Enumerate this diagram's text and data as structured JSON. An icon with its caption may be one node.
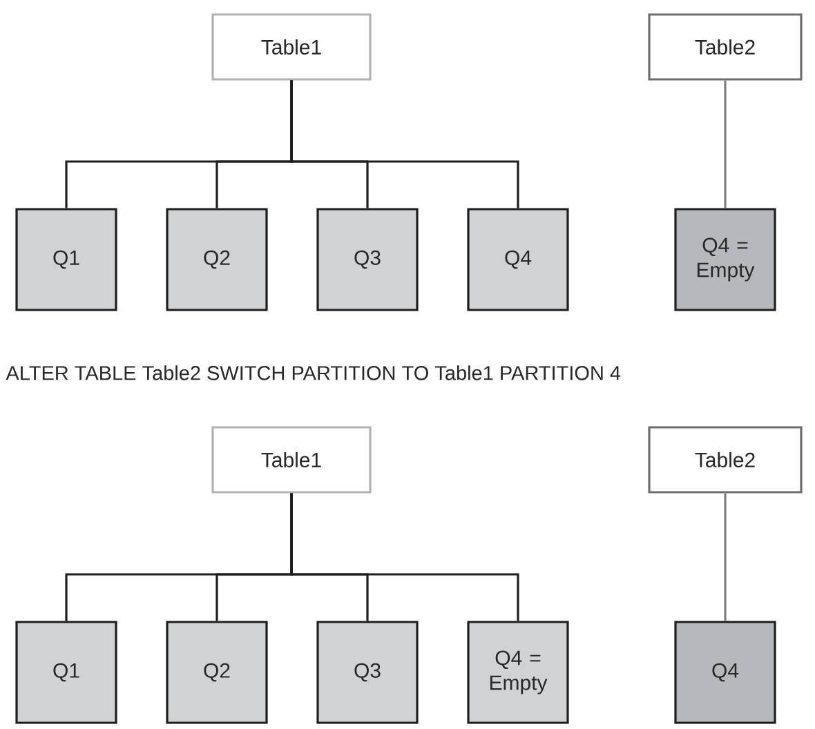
{
  "diagram": {
    "nodes": [
      {
        "text": [
          "Table1"
        ]
      },
      {
        "text": [
          "Q1"
        ]
      },
      {
        "text": [
          "Q2"
        ]
      },
      {
        "text": [
          "Q3"
        ]
      },
      {
        "text": [
          "Q4"
        ]
      },
      {
        "text": [
          "Table2"
        ]
      },
      {
        "text": [
          "Q4 = Empty"
        ]
      },
      {
        "text": [
          "Table1"
        ]
      },
      {
        "text": [
          "Q1"
        ]
      },
      {
        "text": [
          "Q2"
        ]
      },
      {
        "text": [
          "Q3"
        ]
      },
      {
        "text": [
          "Q4 = Empty"
        ]
      },
      {
        "text": [
          "Table2"
        ]
      },
      {
        "text": [
          "Q4"
        ]
      }
    ],
    "edges": [
      {
        "from": 0,
        "to": 1,
        "arrow": "none"
      },
      {
        "from": 0,
        "to": 2,
        "arrow": "none"
      },
      {
        "from": 0,
        "to": 3,
        "arrow": "none"
      },
      {
        "from": 0,
        "to": 4,
        "arrow": "none"
      },
      {
        "from": 5,
        "to": 6,
        "arrow": "none",
        "color": "#7f7f7f"
      },
      {
        "from": 7,
        "to": 8,
        "arrow": "none"
      },
      {
        "from": 7,
        "to": 9,
        "arrow": "none"
      },
      {
        "from": 7,
        "to": 10,
        "arrow": "none"
      },
      {
        "from": 7,
        "to": 11,
        "arrow": "none"
      },
      {
        "from": 12,
        "to": 13,
        "arrow": "none",
        "color": "#7f7f7f"
      }
    ],
    "labels": [
      "ALTER TABLE Table2 SWITCH PARTITION TO Table1 PARTITION 4"
    ]
  }
}
